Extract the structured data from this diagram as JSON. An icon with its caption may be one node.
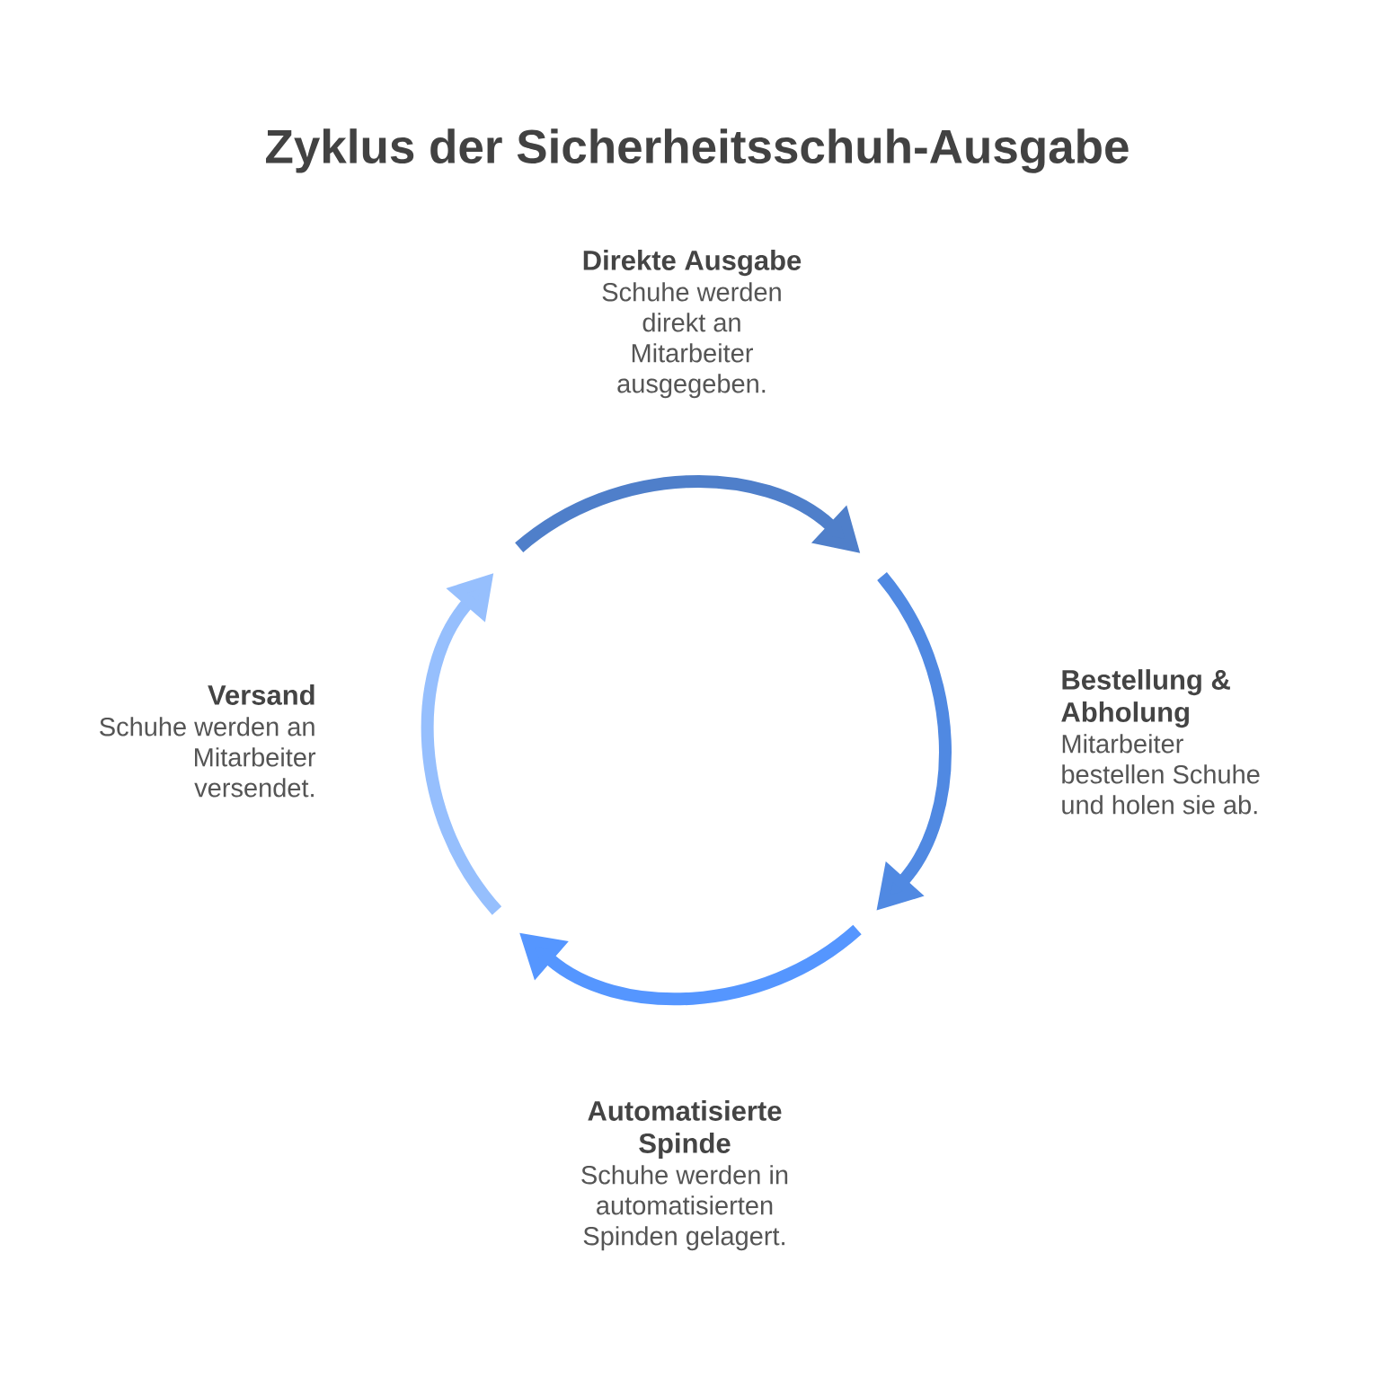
{
  "diagram": {
    "title": "Zyklus der Sicherheitsschuh-Ausgabe",
    "nodes": [
      {
        "text": [
          "Direkte Ausgabe",
          "Schuhe werden direkt an Mitarbeiter ausgegeben."
        ]
      },
      {
        "text": [
          "Bestellung & Abholung",
          "Mitarbeiter bestellen Schuhe und holen sie ab."
        ]
      },
      {
        "text": [
          "Automatisierte Spinde",
          "Schuhe werden in automatisierten Spinden gelagert."
        ]
      },
      {
        "text": [
          "Versand",
          "Schuhe werden an Mitarbeiter versendet."
        ]
      }
    ]
  }
}
